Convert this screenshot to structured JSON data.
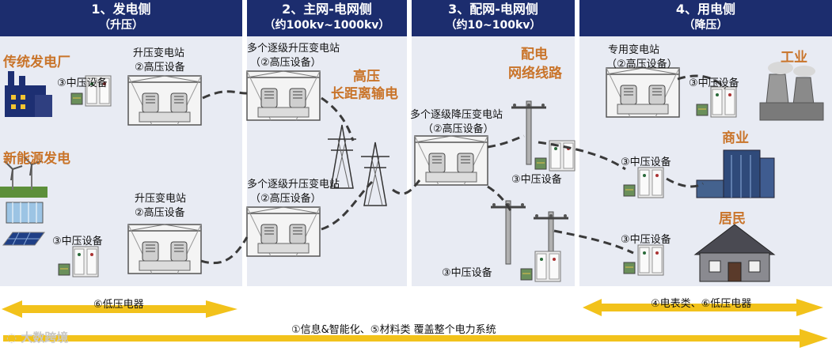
{
  "panels": [
    {
      "title": "1、发电侧",
      "subtitle": "（升压）"
    },
    {
      "title": "2、主网-电网侧",
      "subtitle": "（约100kv~1000kv）"
    },
    {
      "title": "3、配网-电网侧",
      "subtitle": "（约10~100kv）"
    },
    {
      "title": "4、用电侧",
      "subtitle": "（降压）"
    }
  ],
  "generation": {
    "traditional": "传统发电厂",
    "renewable": "新能源发电",
    "station_top": "升压变电站",
    "station_top_equip": "②高压设备",
    "mv_top": "③中压设备",
    "station_bottom": "升压变电站",
    "station_bottom_equip": "②高压设备",
    "mv_bottom": "③中压设备"
  },
  "main_grid": {
    "station_top": "多个逐级升压变电站",
    "station_top_equip": "（②高压设备）",
    "hv_label_1": "高压",
    "hv_label_2": "长距离输电",
    "station_bottom": "多个逐级升压变电站",
    "station_bottom_equip": "（②高压设备）"
  },
  "distribution": {
    "station": "多个逐级降压变电站",
    "station_equip": "（②高压设备）",
    "line_label_1": "配电",
    "line_label_2": "网络线路",
    "mv_mid": "③中压设备",
    "mv_bottom": "③中压设备"
  },
  "consumption": {
    "station": "专用变电站",
    "station_equip": "（②高压设备）",
    "mv_1": "③中压设备",
    "industry": "工业",
    "mv_2": "③中压设备",
    "commerce": "商业",
    "mv_3": "③中压设备",
    "residential": "居民"
  },
  "bottom": {
    "left_arrow": "⑥低压电器",
    "right_arrow": "④电表类、⑥低压电器",
    "full_arrow": "①信息&智能化、⑤材料类 覆盖整个电力系统"
  },
  "watermark": "大数跨境",
  "colors": {
    "header": "#1c2d6e",
    "panel": "#e8ebf3",
    "orange": "#c9742a",
    "arrow": "#f2c21b"
  }
}
